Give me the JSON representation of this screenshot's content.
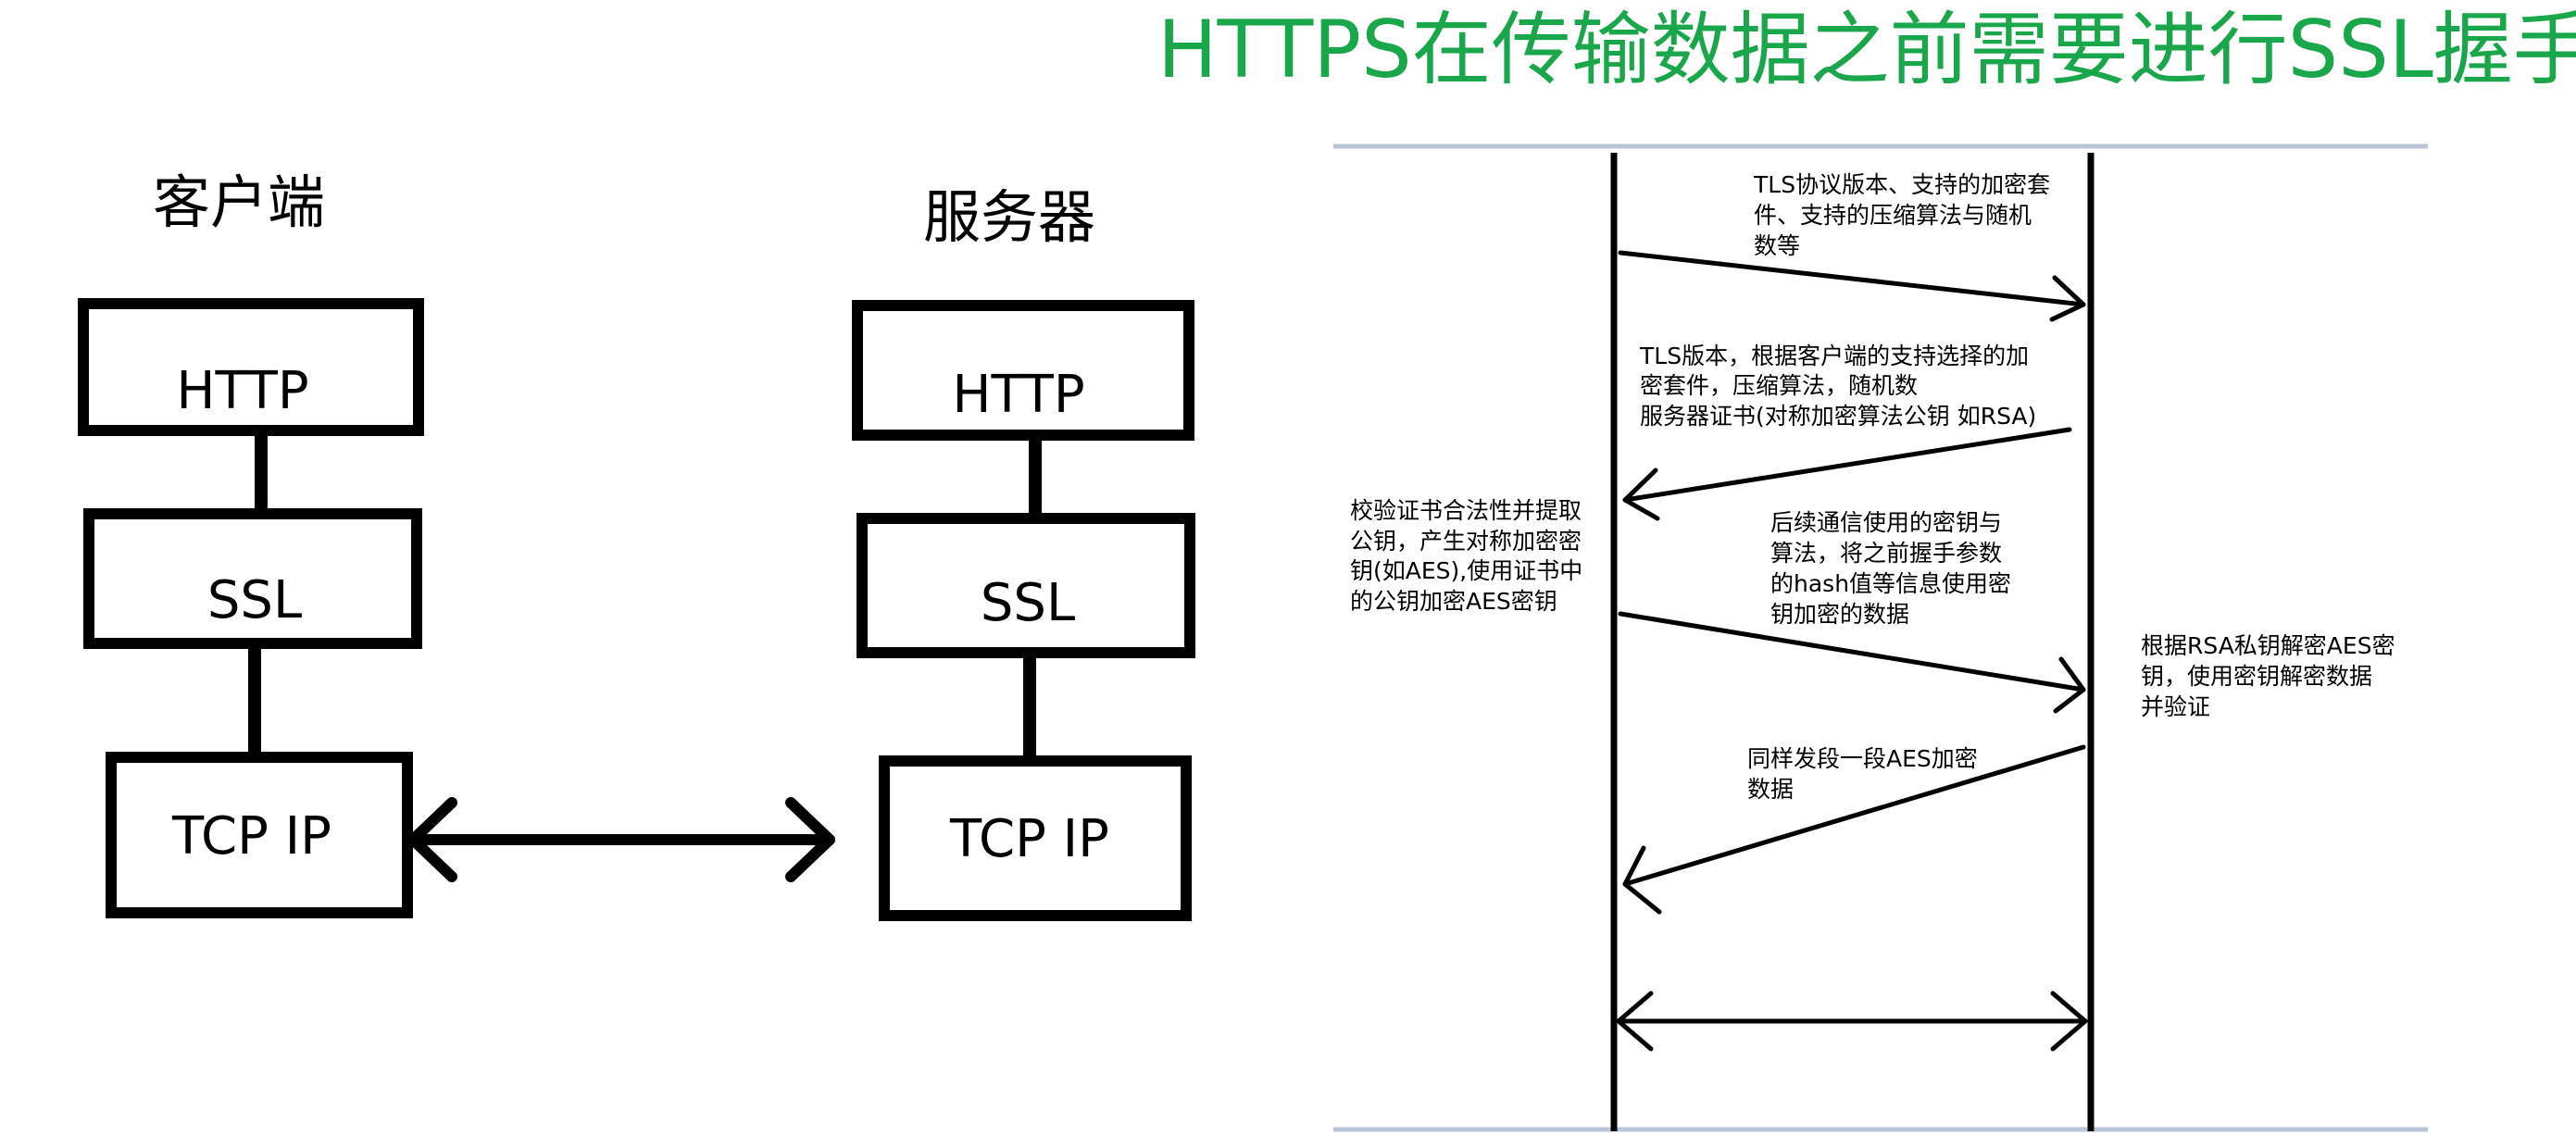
{
  "title": "HTTPS在传输数据之前需要进行SSL握手",
  "stack": {
    "client": {
      "heading": "客户端",
      "layers": [
        "HTTP",
        "SSL",
        "TCP IP"
      ]
    },
    "server": {
      "heading": "服务器",
      "layers": [
        "HTTP",
        "SSL",
        "TCP IP"
      ]
    }
  },
  "handshake": {
    "messages": [
      {
        "id": "client-hello",
        "direction": "client-to-server",
        "lines": [
          "TLS协议版本、支持的加密套",
          "件、支持的压缩算法与随机",
          "数等"
        ]
      },
      {
        "id": "server-hello",
        "direction": "server-to-client",
        "lines": [
          "TLS版本，根据客户端的支持选择的加",
          "密套件，压缩算法，随机数",
          "服务器证书(对称加密算法公钥 如RSA)"
        ]
      },
      {
        "id": "key-exchange",
        "direction": "client-to-server",
        "lines": [
          "后续通信使用的密钥与",
          "算法，将之前握手参数",
          "的hash值等信息使用密",
          "钥加密的数据"
        ]
      },
      {
        "id": "server-finished",
        "direction": "server-to-client",
        "lines": [
          "同样发段一段AES加密",
          "数据"
        ]
      },
      {
        "id": "data-transfer",
        "direction": "bidirectional",
        "lines": []
      }
    ],
    "client_note": [
      "校验证书合法性并提取",
      "公钥，产生对称加密密",
      "钥(如AES),使用证书中",
      "的公钥加密AES密钥"
    ],
    "server_note": [
      "根据RSA私钥解密AES密",
      "钥，使用密钥解密数据",
      "并验证"
    ]
  }
}
